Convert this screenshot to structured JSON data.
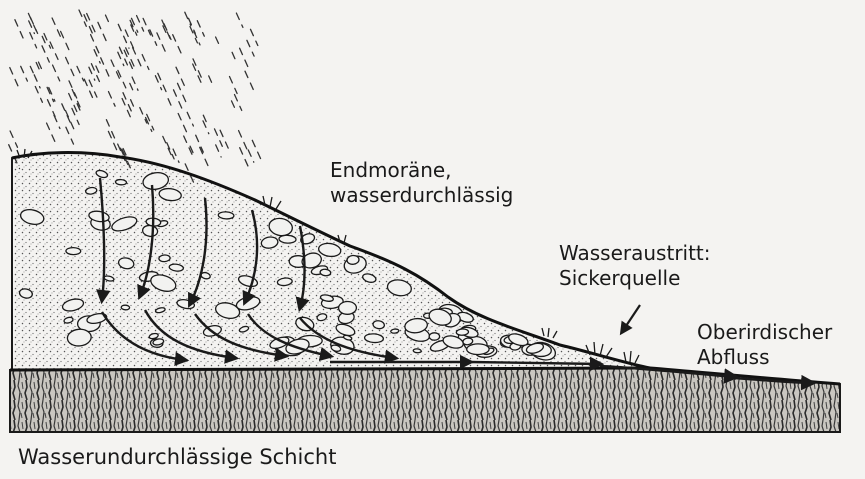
{
  "labels": {
    "endmoraene": [
      "Endmoräne,",
      "wasserdurchlässig"
    ],
    "wasseraustritt": [
      "Wasseraustritt:",
      "Sickerquelle"
    ],
    "oberirdischer_abfluss": [
      "Oberirdischer",
      "Abfluss"
    ],
    "schicht": "Wasserundurchlässige Schicht"
  },
  "colors": {
    "background": "#f4f3f1",
    "ink": "#1a1a1a",
    "stone_fill": "#f2f2f0"
  }
}
